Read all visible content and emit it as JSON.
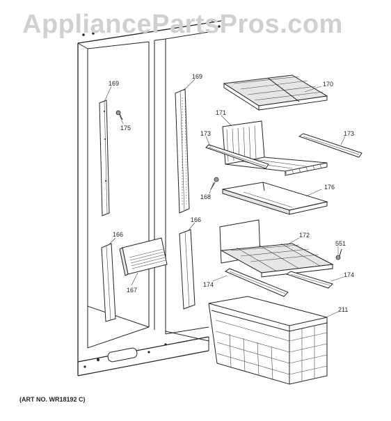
{
  "watermark": "AppliancePartsPros.com",
  "art_number": "(ART NO. WR18192 C)",
  "callouts": {
    "c169a": "169",
    "c169b": "169",
    "c175": "175",
    "c170": "170",
    "c171": "171",
    "c173a": "173",
    "c173b": "173",
    "c168": "168",
    "c176": "176",
    "c166a": "166",
    "c166b": "166",
    "c172": "172",
    "c551": "551",
    "c167": "167",
    "c174a": "174",
    "c174b": "174",
    "c211": "211"
  }
}
